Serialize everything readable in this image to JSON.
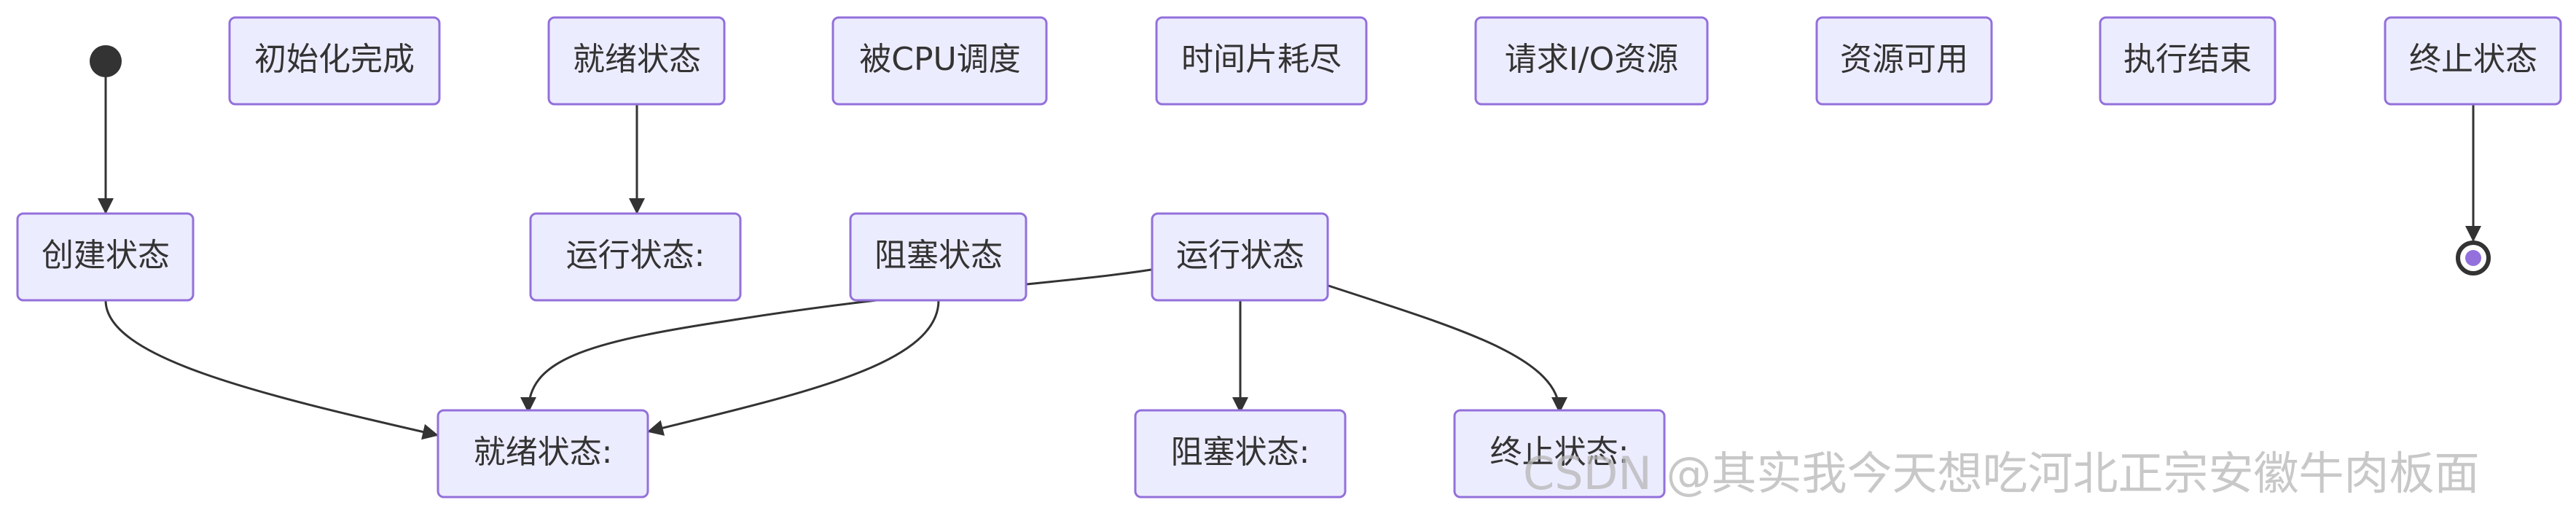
{
  "diagram": {
    "nodes": {
      "init_done": "初始化完成",
      "ready_top": "就绪状态",
      "cpu_sched": "被CPU调度",
      "time_slice": "时间片耗尽",
      "request_io": "请求I/O资源",
      "res_avail": "资源可用",
      "exec_end": "执行结束",
      "term_top": "终止状态",
      "create": "创建状态",
      "run_colon": "运行状态:",
      "blocked_mid": "阻塞状态",
      "running_mid": "运行状态",
      "ready_bottom": "就绪状态:",
      "blocked_bottom": "阻塞状态:",
      "term_bottom": "终止状态:"
    }
  },
  "watermark": {
    "text": "CSDN @其实我今天想吃河北正宗安徽牛肉板面"
  },
  "colors": {
    "node_fill": "#ECECFF",
    "node_stroke": "#9370DB",
    "edge": "#333333",
    "end_dot": "#9370DB"
  }
}
